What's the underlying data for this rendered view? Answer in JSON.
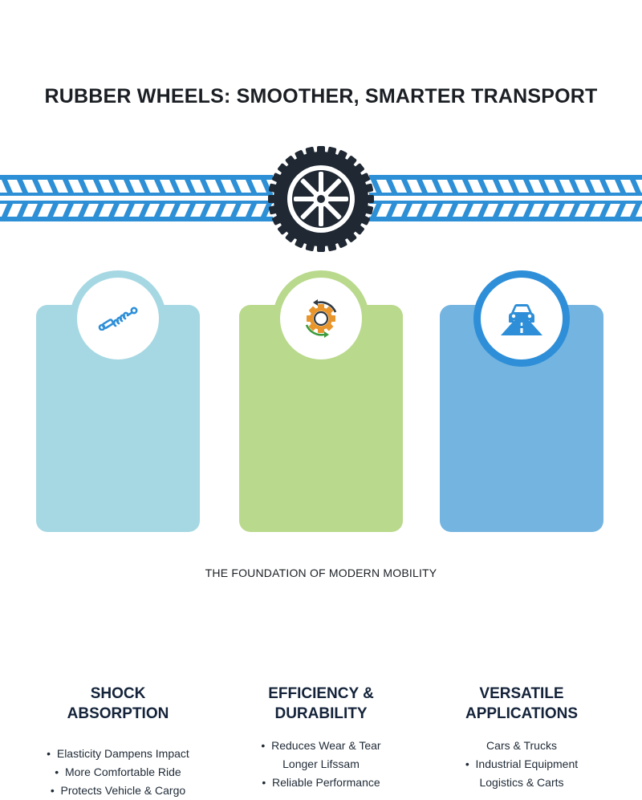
{
  "title": "RUBBER WHEELS: SMOOTHER, SMARTER TRANSPORT",
  "colors": {
    "tread_blue": "#2d8fd5",
    "tire_dark": "#1f2833",
    "card_shock": "#a6d8e3",
    "card_efficiency": "#b9d98c",
    "card_versatile": "#74b4e0",
    "icon_blue": "#2e8fd8"
  },
  "cards": [
    {
      "title_line1": "SHOCK",
      "title_line2": "ABSORPTION",
      "icon": "shock-absorber-spring-icon",
      "items": [
        "Elasticity Dampens Impact",
        "More Comfortable Ride",
        "Protects Vehicle & Cargo"
      ]
    },
    {
      "title_line1": "EFFICIENCY &",
      "title_line2": "DURABILITY",
      "icon": "gear-cycle-icon",
      "items": [
        "Reduces Wear & Tear",
        "Longer Lifssam",
        "Reliable Performance"
      ]
    },
    {
      "title_line1": "VERSATILE",
      "title_line2": "APPLICATIONS",
      "icon": "car-on-road-icon",
      "items": [
        "Cars & Trucks",
        "Industrial Equipment",
        "Logistics & Carts"
      ]
    }
  ],
  "footer": "THE FOUNDATION OF MODERN MOBILITY"
}
